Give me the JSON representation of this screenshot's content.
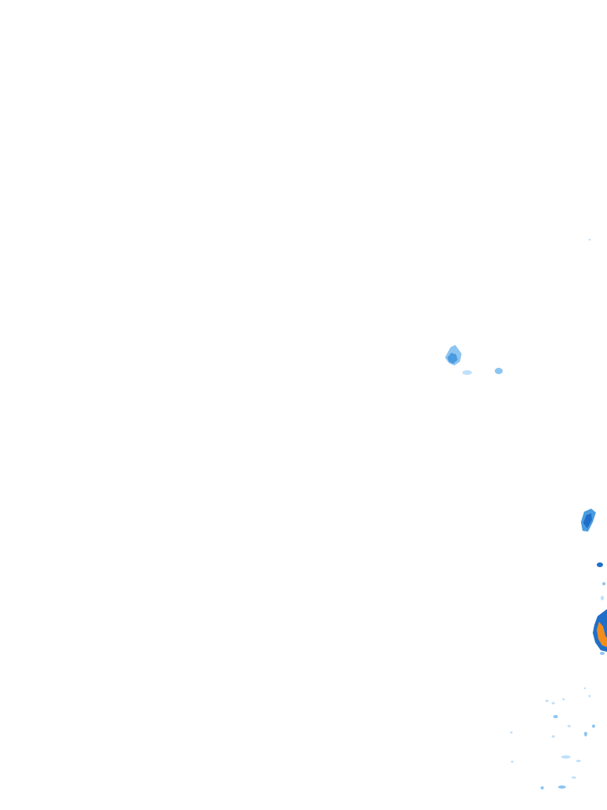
{
  "map": {
    "kind": "precipitation radar overlay tile",
    "background_color": "#ffffff",
    "legend_colors": {
      "light": "#bfe0fa",
      "light_medium": "#8cc5f2",
      "medium": "#4a9be0",
      "heavy": "#1f6fc9",
      "very_heavy": "#f28c1c"
    },
    "echoes": [
      {
        "name": "echo-cluster-central",
        "intensity": "medium"
      },
      {
        "name": "echo-cluster-east-upper",
        "intensity": "heavy"
      },
      {
        "name": "echo-cluster-east-core",
        "intensity": "very_heavy"
      },
      {
        "name": "echo-scatter-southeast",
        "intensity": "light"
      }
    ]
  }
}
